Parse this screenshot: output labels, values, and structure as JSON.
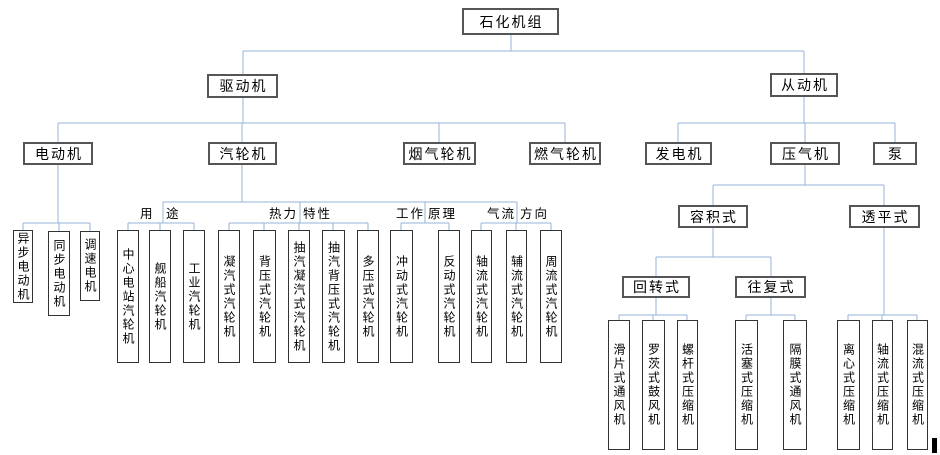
{
  "nodes": {
    "root": "石化机组",
    "driver": "驱动机",
    "driven": "从动机",
    "electric_motor": "电动机",
    "steam_turbine": "汽轮机",
    "flue_gas_turbine": "烟气轮机",
    "gas_turbine": "燃气轮机",
    "generator": "发电机",
    "compressor": "压气机",
    "pump": "泵",
    "positive_displacement": "容积式",
    "turbo": "透平式",
    "rotary": "回转式",
    "reciprocating": "往复式"
  },
  "category_labels": {
    "usage_left": "用",
    "usage_right": "途",
    "thermal_left": "热力",
    "thermal_right": "特性",
    "work_left": "工作",
    "work_right": "原理",
    "flow_left": "气流",
    "flow_right": "方向"
  },
  "leaves": {
    "motor": [
      "异步电动机",
      "同步电动机",
      "调速电机"
    ],
    "usage": [
      "中心电站汽轮机",
      "舰船汽轮机",
      "工业汽轮机"
    ],
    "thermal": [
      "凝汽式汽轮机",
      "背压式汽轮机",
      "抽汽凝汽式汽轮机",
      "抽汽背压式汽轮机",
      "多压式汽轮机"
    ],
    "principle": [
      "冲动式汽轮机",
      "反动式汽轮机"
    ],
    "flow": [
      "轴流式汽轮机",
      "辅流式汽轮机",
      "周流式汽轮机"
    ],
    "rotary": [
      "滑片式通风机",
      "罗茨式鼓风机",
      "螺杆式压缩机"
    ],
    "reciprocating": [
      "活塞式压缩机",
      "隔膜式通风机"
    ],
    "turbo": [
      "离心式压缩机",
      "轴流式压缩机",
      "混流式压缩机"
    ]
  },
  "colors": {
    "connector": "#95b3d7",
    "node_border": "#555555",
    "leaf_border": "#333333"
  }
}
